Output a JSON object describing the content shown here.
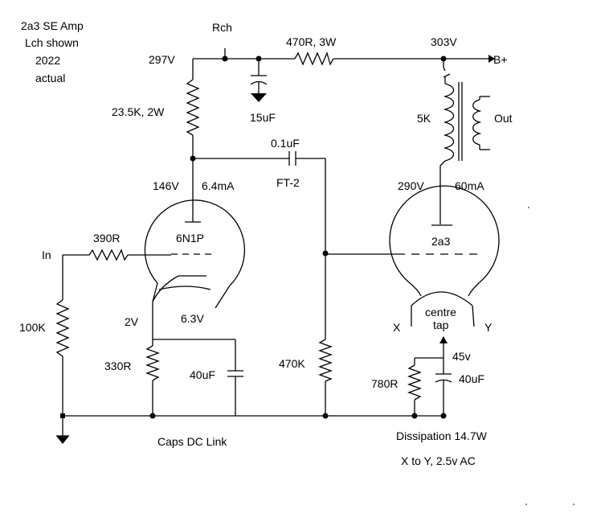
{
  "notes": {
    "title": "2a3 SE Amp",
    "line2": "Lch shown",
    "line3": "2022",
    "line4": "actual"
  },
  "labels": {
    "rch": "Rch",
    "v297": "297V",
    "r470_3w": "470R, 3W",
    "v303": "303V",
    "bplus": "B+",
    "c15": "15uF",
    "r23k5": "23.5K, 2W",
    "xfmr_5k": "5K",
    "out": "Out",
    "c01": "0.1uF",
    "ft2": "FT-2",
    "v146": "146V",
    "ma64": "6.4mA",
    "v290": "290V",
    "ma60": "60mA",
    "in": "In",
    "r390": "390R",
    "tube_6n1p": "6N1P",
    "tube_2a3": "2a3",
    "r100k": "100K",
    "v2": "2V",
    "v63": "6.3V",
    "centre": "centre",
    "tap": "tap",
    "x": "X",
    "y": "Y",
    "v45": "45v",
    "r330": "330R",
    "c40a": "40uF",
    "r470k": "470K",
    "r780": "780R",
    "c40b": "40uF",
    "caps": "Caps DC Link",
    "dissipation": "Dissipation  14.7W",
    "xtoy": "X to Y, 2.5v AC"
  }
}
